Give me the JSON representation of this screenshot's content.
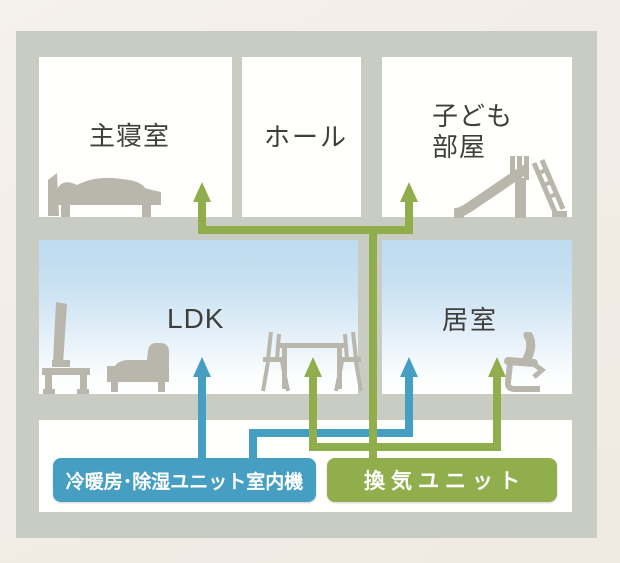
{
  "rooms": {
    "bedroom": {
      "label": "主寝室",
      "icon": "bed-icon"
    },
    "hall": {
      "label": "ホール"
    },
    "kids_room": {
      "label": "子ども部屋",
      "icon": "slide-icon"
    },
    "ldk": {
      "label": "LDK",
      "icons": [
        "tv-icon",
        "sofa-icon",
        "dining-set-icon"
      ]
    },
    "living": {
      "label": "居室",
      "icon": "office-chair-icon"
    }
  },
  "units": {
    "hvac": {
      "label": "冷暖房･除湿ユニット室内機",
      "color": "#469FC2",
      "arrow_targets": [
        "LDK",
        "居室"
      ]
    },
    "vent": {
      "label": "換気ユニット",
      "color": "#90AE4C",
      "arrow_targets": [
        "主寝室",
        "子ども部屋",
        "LDK",
        "居室"
      ]
    }
  },
  "colors": {
    "page-bg": "#F1ECE5",
    "wall": "#C9CCC3",
    "room-white": "#FFFFFE",
    "room-sky-top": "#BEDBEF",
    "accent-blue": "#469FC2",
    "accent-green": "#90AE4C",
    "furniture": "#B9B6AC",
    "text": "#3F3E3C"
  }
}
